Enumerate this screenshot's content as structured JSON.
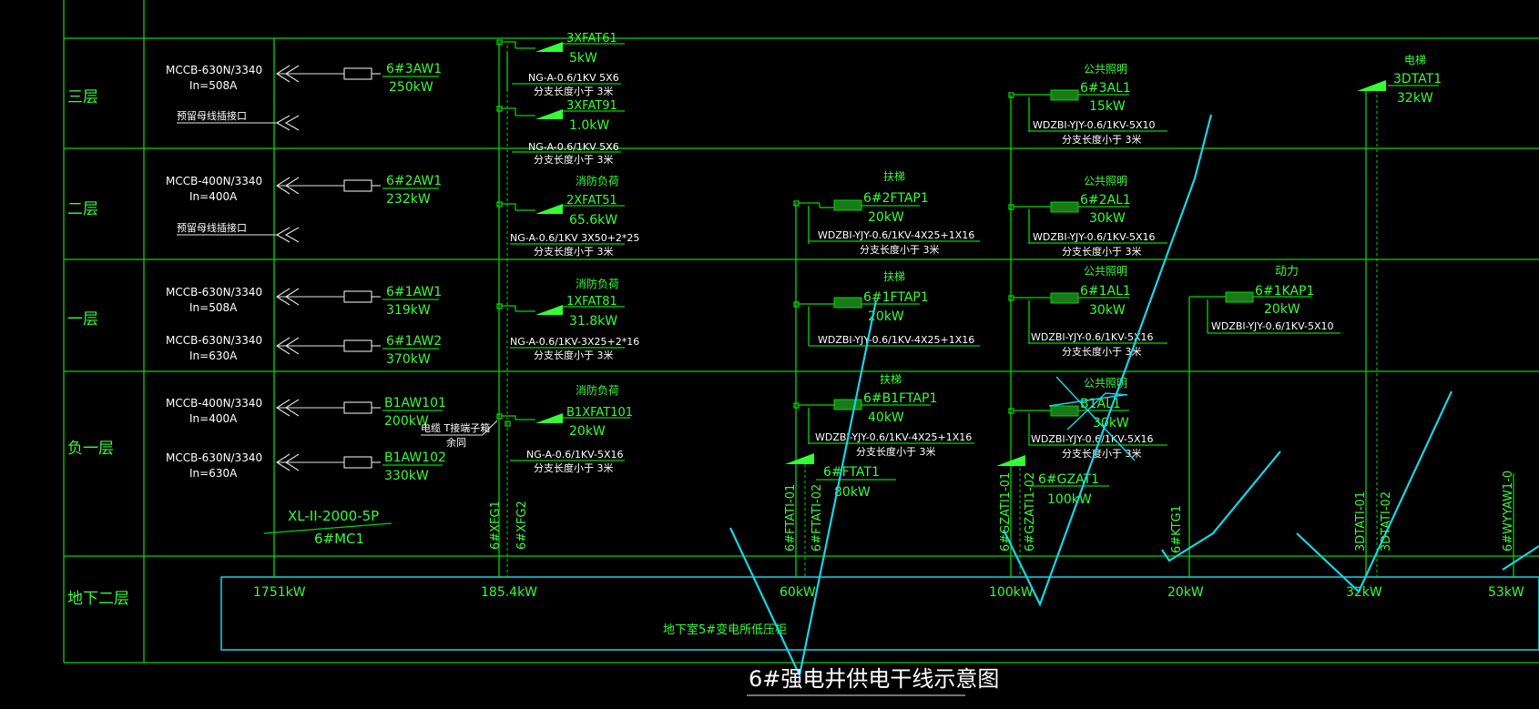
{
  "floors": [
    "三层",
    "二层",
    "一层",
    "负一层",
    "地下二层"
  ],
  "title": "6#强电井供电干线示意图",
  "substation": "地下室5#变电所低压柜",
  "mc": {
    "rows": [
      {
        "breaker": "MCCB-630N/3340",
        "rated": "In=508A",
        "name": "6#3AW1",
        "power": "250kW"
      },
      {
        "breaker": "MCCB-400N/3340",
        "rated": "In=400A",
        "name": "6#2AW1",
        "power": "232kW"
      },
      {
        "breaker": "MCCB-630N/3340",
        "rated": "In=508A",
        "name": "6#1AW1",
        "power": "319kW"
      },
      {
        "breaker": "MCCB-630N/3340",
        "rated": "In=630A",
        "name": "6#1AW2",
        "power": "370kW"
      },
      {
        "breaker": "MCCB-400N/3340",
        "rated": "In=400A",
        "name": "B1AW101",
        "power": "200kW"
      },
      {
        "breaker": "MCCB-630N/3340",
        "rated": "In=630A",
        "name": "B1AW102",
        "power": "330kW"
      }
    ],
    "reserve": [
      "预留母线插接口",
      "预留母线插接口"
    ],
    "cabinet": "XL-II-2000-5P",
    "cabinet_id": "6#MC1",
    "total": "1751kW"
  },
  "fire": {
    "fire_load": "消防负荷",
    "branch_len": "分支长度小于  3米",
    "cable_note": "电缆 T接端子箱",
    "cable_note2": "余同",
    "total": "185.4kW",
    "riser1": "6#XFG1",
    "riser2": "6#XFG2",
    "rows": [
      {
        "name": "3XFAT61",
        "power": "5kW",
        "cable": "NG-A-0.6/1KV  5X6"
      },
      {
        "name": "3XFAT91",
        "power": "1.0kW",
        "cable": "NG-A-0.6/1KV  5X6"
      },
      {
        "name": "2XFAT51",
        "power": "65.6kW",
        "cable": "NG-A-0.6/1KV  3X50+2*25"
      },
      {
        "name": "1XFAT81",
        "power": "31.8kW",
        "cable": "NG-A-0.6/1KV-3X25+2*16"
      },
      {
        "name": "B1XFAT101",
        "power": "20kW",
        "cable": "NG-A-0.6/1KV-5X16"
      }
    ]
  },
  "ftap": {
    "elevator": "扶梯",
    "branch_len": "分支长度小于  3米",
    "rows": [
      {
        "name": "6#2FTAP1",
        "power": "20kW",
        "cable": "WDZBI-YJY-0.6/1KV-4X25+1X16"
      },
      {
        "name": "6#1FTAP1",
        "power": "20kW",
        "cable": "WDZBI-YJY-0.6/1KV-4X25+1X16"
      },
      {
        "name": "6#B1FTAP1",
        "power": "40kW",
        "cable": "WDZBI-YJY-0.6/1KV-4X25+1X16"
      }
    ],
    "box_name": "6#FTAT1",
    "box_power": "80kW",
    "total": "60kW",
    "riser1": "6#FTATI-01",
    "riser2": "6#FTATI-02"
  },
  "light": {
    "public": "公共照明",
    "branch_len": "分支长度小于  3米",
    "rows": [
      {
        "name": "6#3AL1",
        "power": "15kW",
        "cable": "WDZBI-YJY-0.6/1KV-5X10"
      },
      {
        "name": "6#2AL1",
        "power": "30kW",
        "cable": "WDZBI-YJY-0.6/1KV-5X16"
      },
      {
        "name": "6#1AL1",
        "power": "30kW",
        "cable": "WDZBI-YJY-0.6/1KV-5X16"
      },
      {
        "name": "B1AL1",
        "power": "30kW",
        "cable": "WDZBI-YJY-0.6/1KV-5X16"
      }
    ],
    "box_name": "6#GZAT1",
    "box_power": "100kW",
    "total": "100kW",
    "riser1": "6#GZATI1-01",
    "riser2": "6#GZATI1-02"
  },
  "power": {
    "label": "动力",
    "name": "6#1KAP1",
    "power": "20kW",
    "cable": "WDZBI-YJY-0.6/1KV-5X10",
    "total": "20kW",
    "riser": "6#KTG1"
  },
  "telecom": {
    "label": "电梯",
    "name": "3DTAT1",
    "power": "32kW",
    "total": "32kW",
    "riser1": "3DTATI-01",
    "riser2": "3DTATI-02"
  },
  "last": {
    "total": "53kW",
    "riser": "6#WYYAW1-0"
  }
}
